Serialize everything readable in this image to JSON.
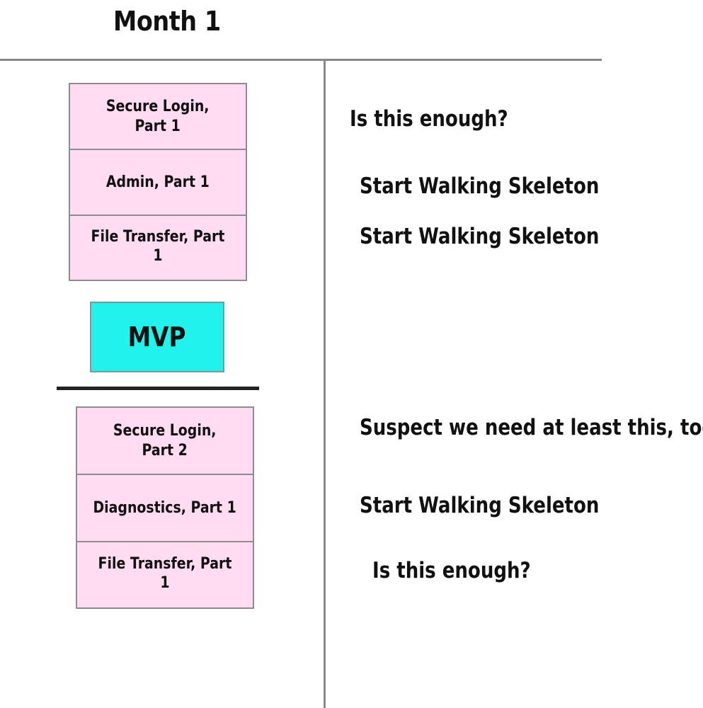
{
  "title": "Month 1",
  "mvp_label": "MVP",
  "top_stack": [
    {
      "label": "Secure Login,\nPart 1"
    },
    {
      "label": "Admin, Part 1"
    },
    {
      "label": "File Transfer, Part 1"
    }
  ],
  "bottom_stack": [
    {
      "label": "Secure Login,\nPart 2"
    },
    {
      "label": "Diagnostics, Part 1"
    },
    {
      "label": "File Transfer, Part 1"
    }
  ],
  "notes": [
    {
      "text": "Is this enough?"
    },
    {
      "text": "Start Walking Skeleton"
    },
    {
      "text": "Start Walking Skeleton"
    },
    {
      "text": "Suspect we need at least this, too"
    },
    {
      "text": "Start Walking Skeleton"
    },
    {
      "text": "Is this enough?"
    }
  ],
  "colors": {
    "story_card": "#ffdcf2",
    "mvp_box": "#22f2ec"
  }
}
